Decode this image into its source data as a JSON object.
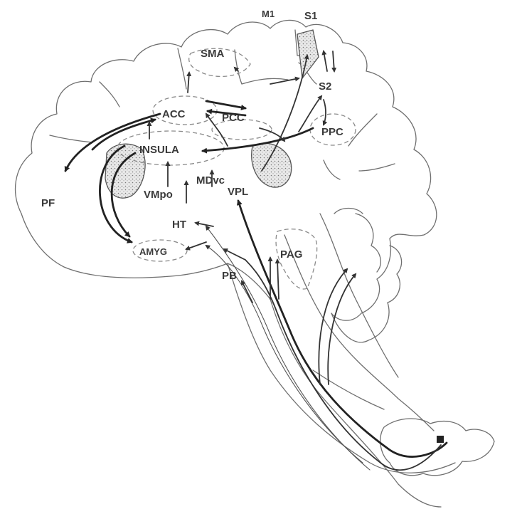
{
  "labels": {
    "m1": "M1",
    "s1": "S1",
    "sma": "SMA",
    "s2": "S2",
    "acc": "ACC",
    "pcc": "PCC",
    "ppc": "PPC",
    "insula": "INSULA",
    "pf": "PF",
    "mdvc": "MDvc",
    "vmpo": "VMpo",
    "vpl": "VPL",
    "ht": "HT",
    "amyg": "AMYG",
    "pag": "PAG",
    "pb": "PB"
  },
  "colors": {
    "outline": "#6f6f6f",
    "pathway": "#222222",
    "label": "#3a3a3a"
  }
}
